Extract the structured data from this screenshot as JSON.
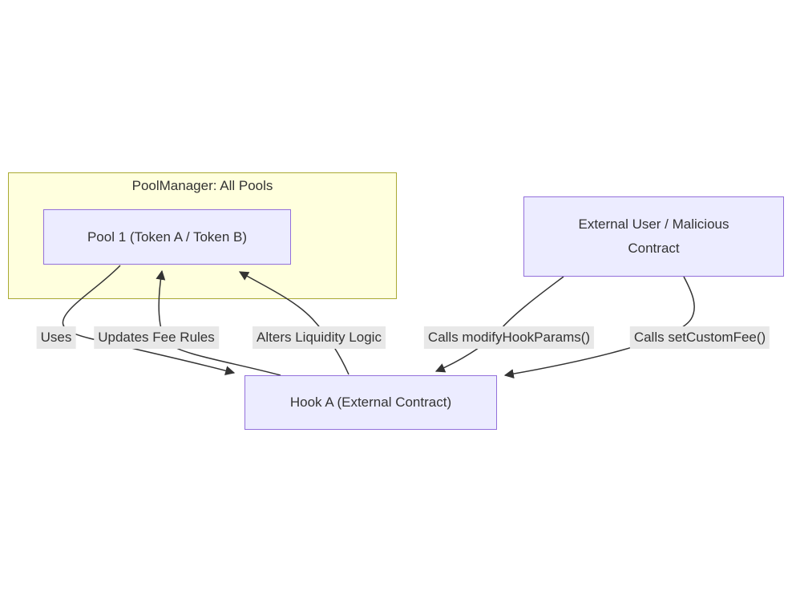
{
  "diagram": {
    "cluster": {
      "title": "PoolManager: All Pools"
    },
    "nodes": {
      "pool1": {
        "label": "Pool 1 (Token A / Token B)"
      },
      "external": {
        "label": "External User / Malicious Contract"
      },
      "hook": {
        "label": "Hook A (External Contract)"
      }
    },
    "edges": [
      {
        "from": "pool1",
        "to": "hook",
        "label": "Uses"
      },
      {
        "from": "hook",
        "to": "pool1",
        "label": "Updates Fee Rules"
      },
      {
        "from": "hook",
        "to": "pool1",
        "label": "Alters Liquidity Logic"
      },
      {
        "from": "external",
        "to": "hook",
        "label": "Calls modifyHookParams()"
      },
      {
        "from": "external",
        "to": "hook",
        "label": "Calls setCustomFee()"
      }
    ],
    "colors": {
      "node_fill": "#ECECFF",
      "node_border": "#9370DB",
      "cluster_fill": "#ffffde",
      "cluster_border": "#aaaa33",
      "edge_stroke": "#333333",
      "edge_label_bg": "#e8e8e8",
      "text": "#333333",
      "page_bg": "#ffffff"
    }
  }
}
